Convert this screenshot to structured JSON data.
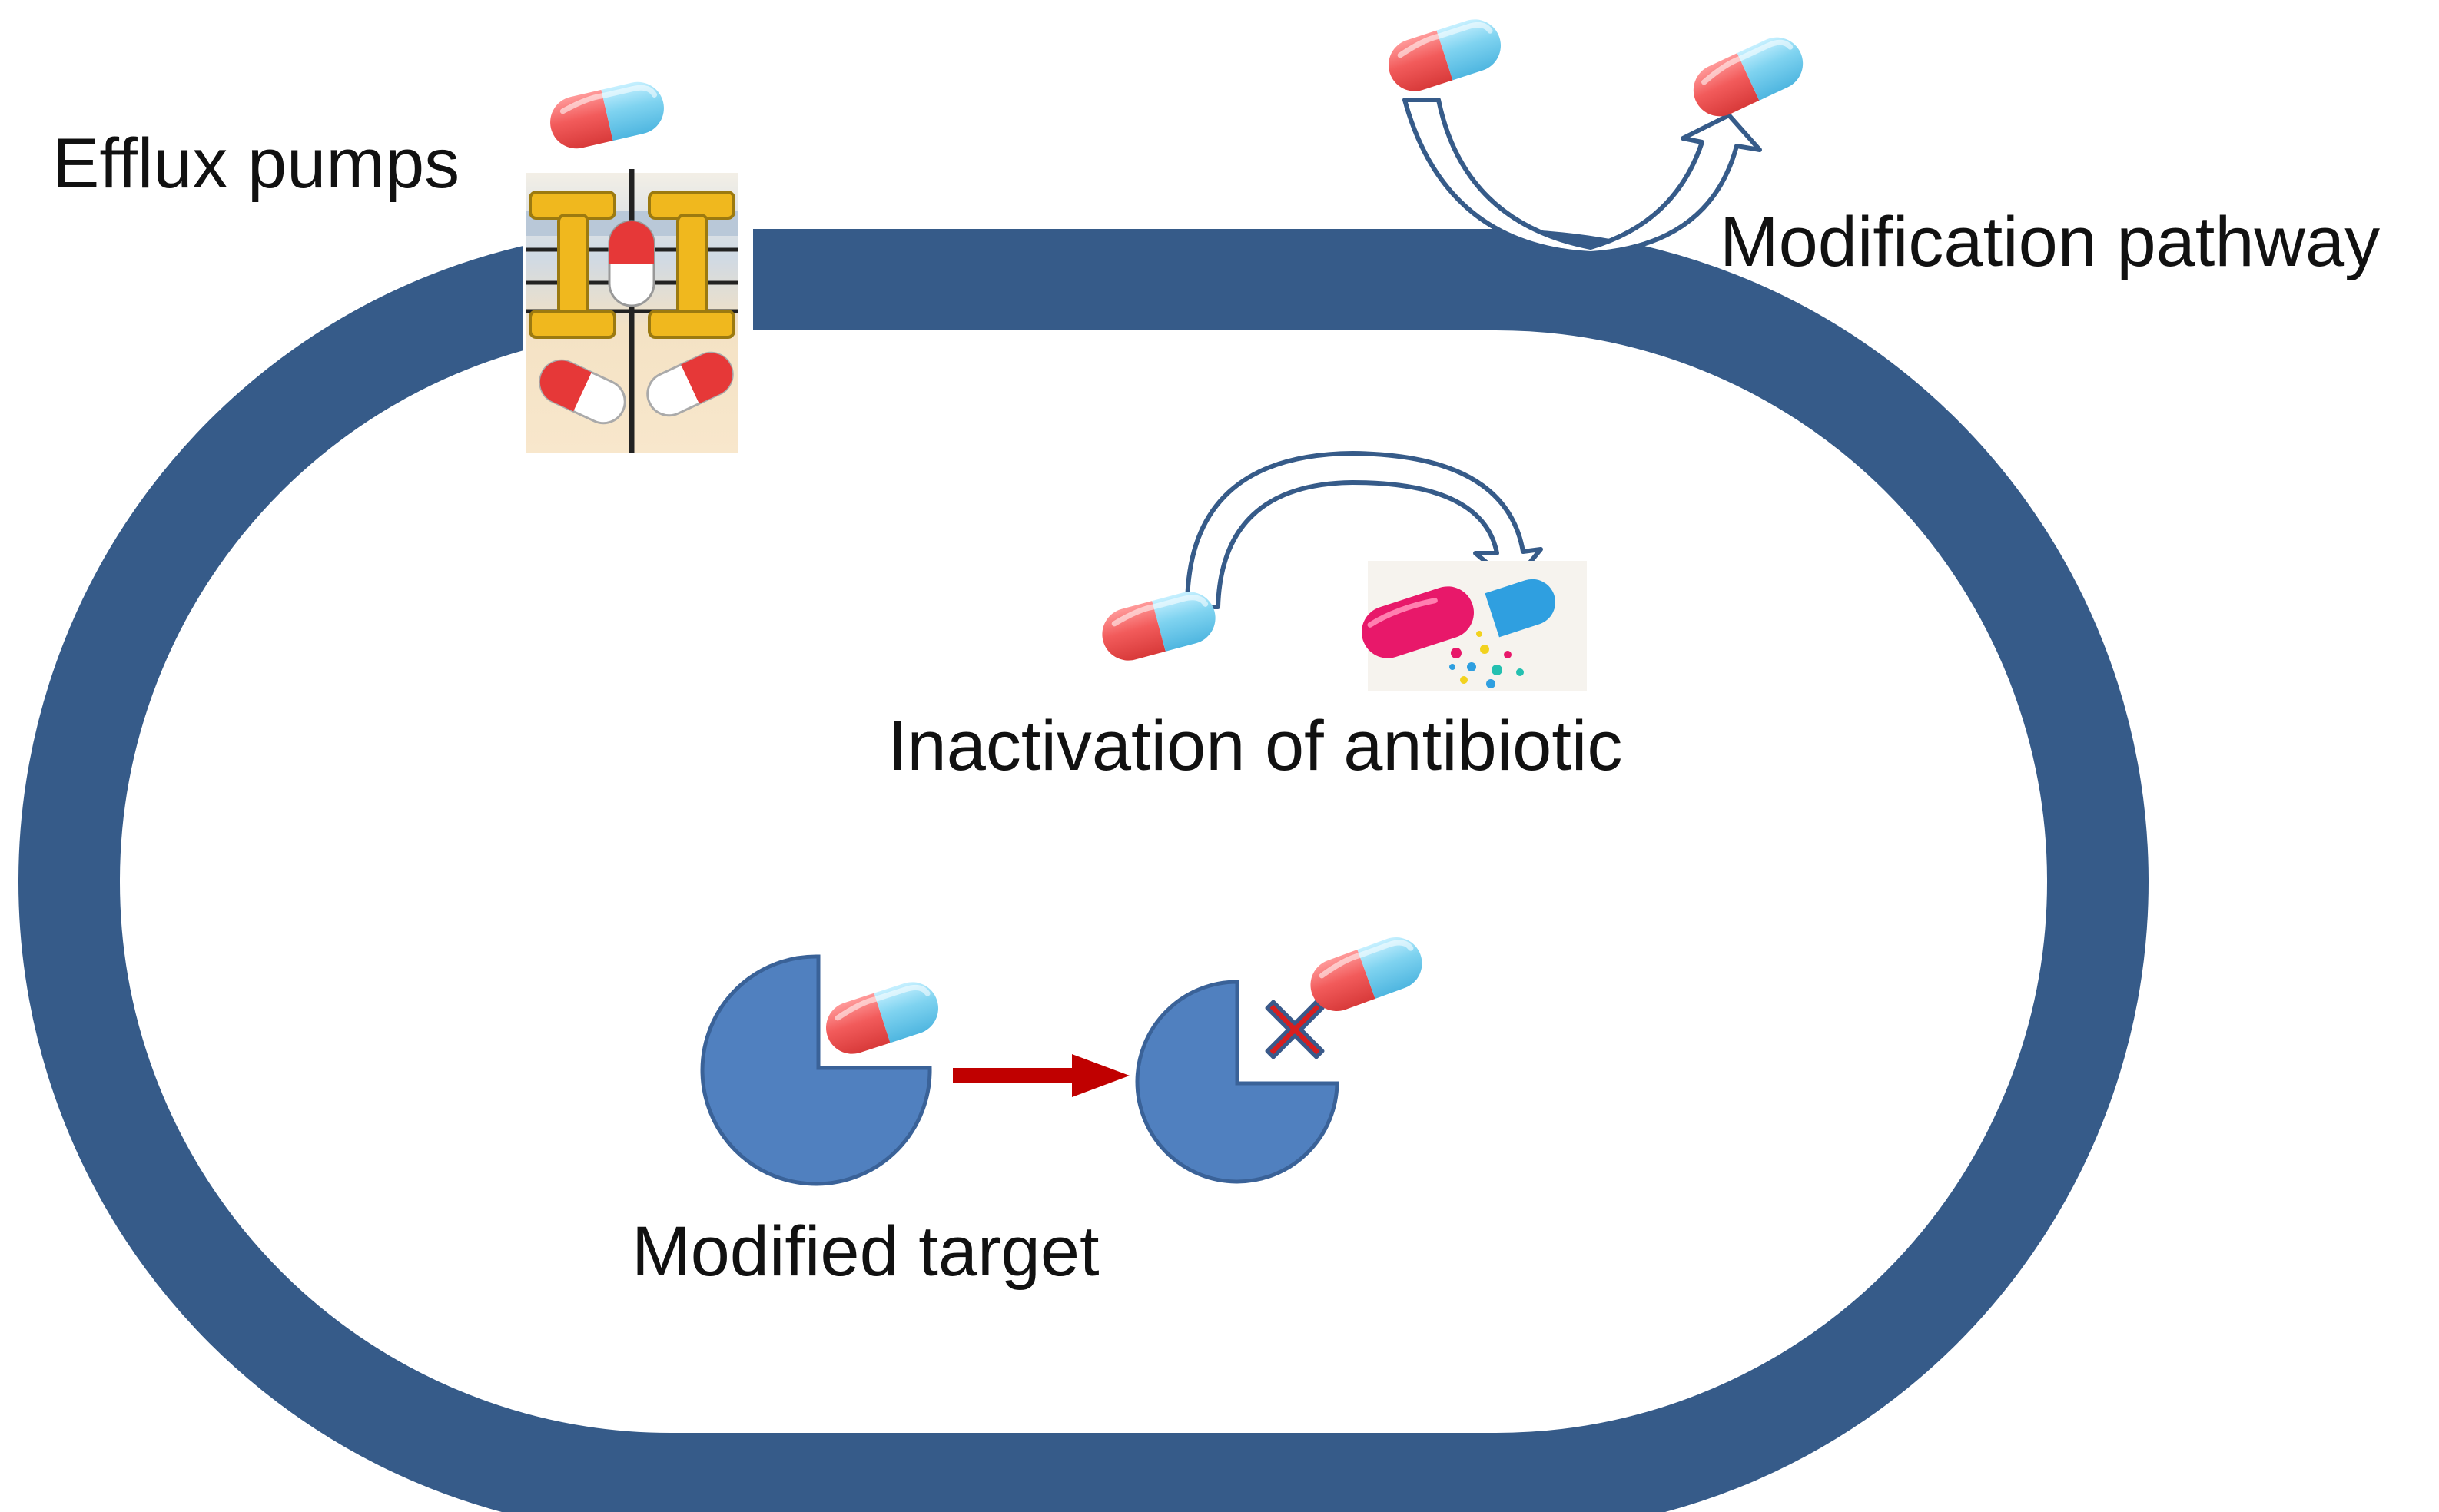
{
  "labels": {
    "efflux": "Efflux pumps",
    "modification": "Modification pathway",
    "inactivation": "Inactivation of antibiotic",
    "modified_target": "Modified target"
  },
  "colors": {
    "membrane": "#365b89",
    "capsule_red": "#f25b5b",
    "capsule_blue": "#7fd3f0",
    "target_blue": "#5080bf",
    "target_outline": "#3a6298",
    "arrow_red": "#c00000",
    "pump_yellow": "#f0b81e"
  },
  "icons": [
    "antibiotic-capsule-icon",
    "efflux-pump-icon",
    "curved-arrow-icon",
    "broken-capsule-icon",
    "target-protein-icon",
    "red-x-icon"
  ]
}
